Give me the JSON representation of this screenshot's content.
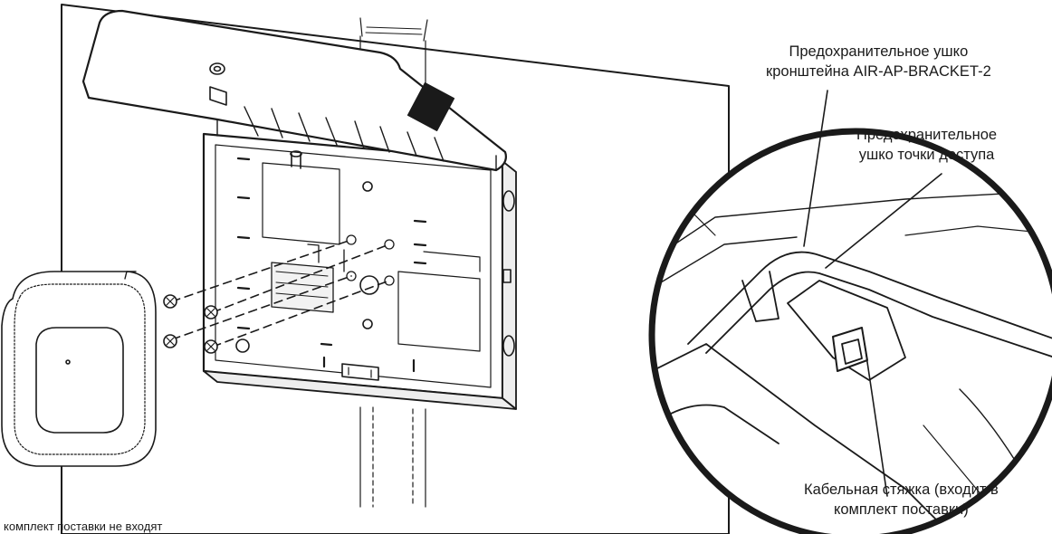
{
  "callouts": {
    "bracket_tab": {
      "line1": "Предохранительное ушко",
      "line2": "кронштейна AIR-AP-BRACKET-2"
    },
    "ap_tab": {
      "line1": "Предохранительное",
      "line2": "ушко точки доступа"
    },
    "cable_tie": {
      "line1": "Кабельная стяжка (входит в",
      "line2": "комплект поставки)"
    }
  },
  "footnote": "комплект поставки не входят",
  "colors": {
    "line": "#1a1a1a",
    "fill": "#ffffff",
    "shade": "#e6e6e6"
  }
}
